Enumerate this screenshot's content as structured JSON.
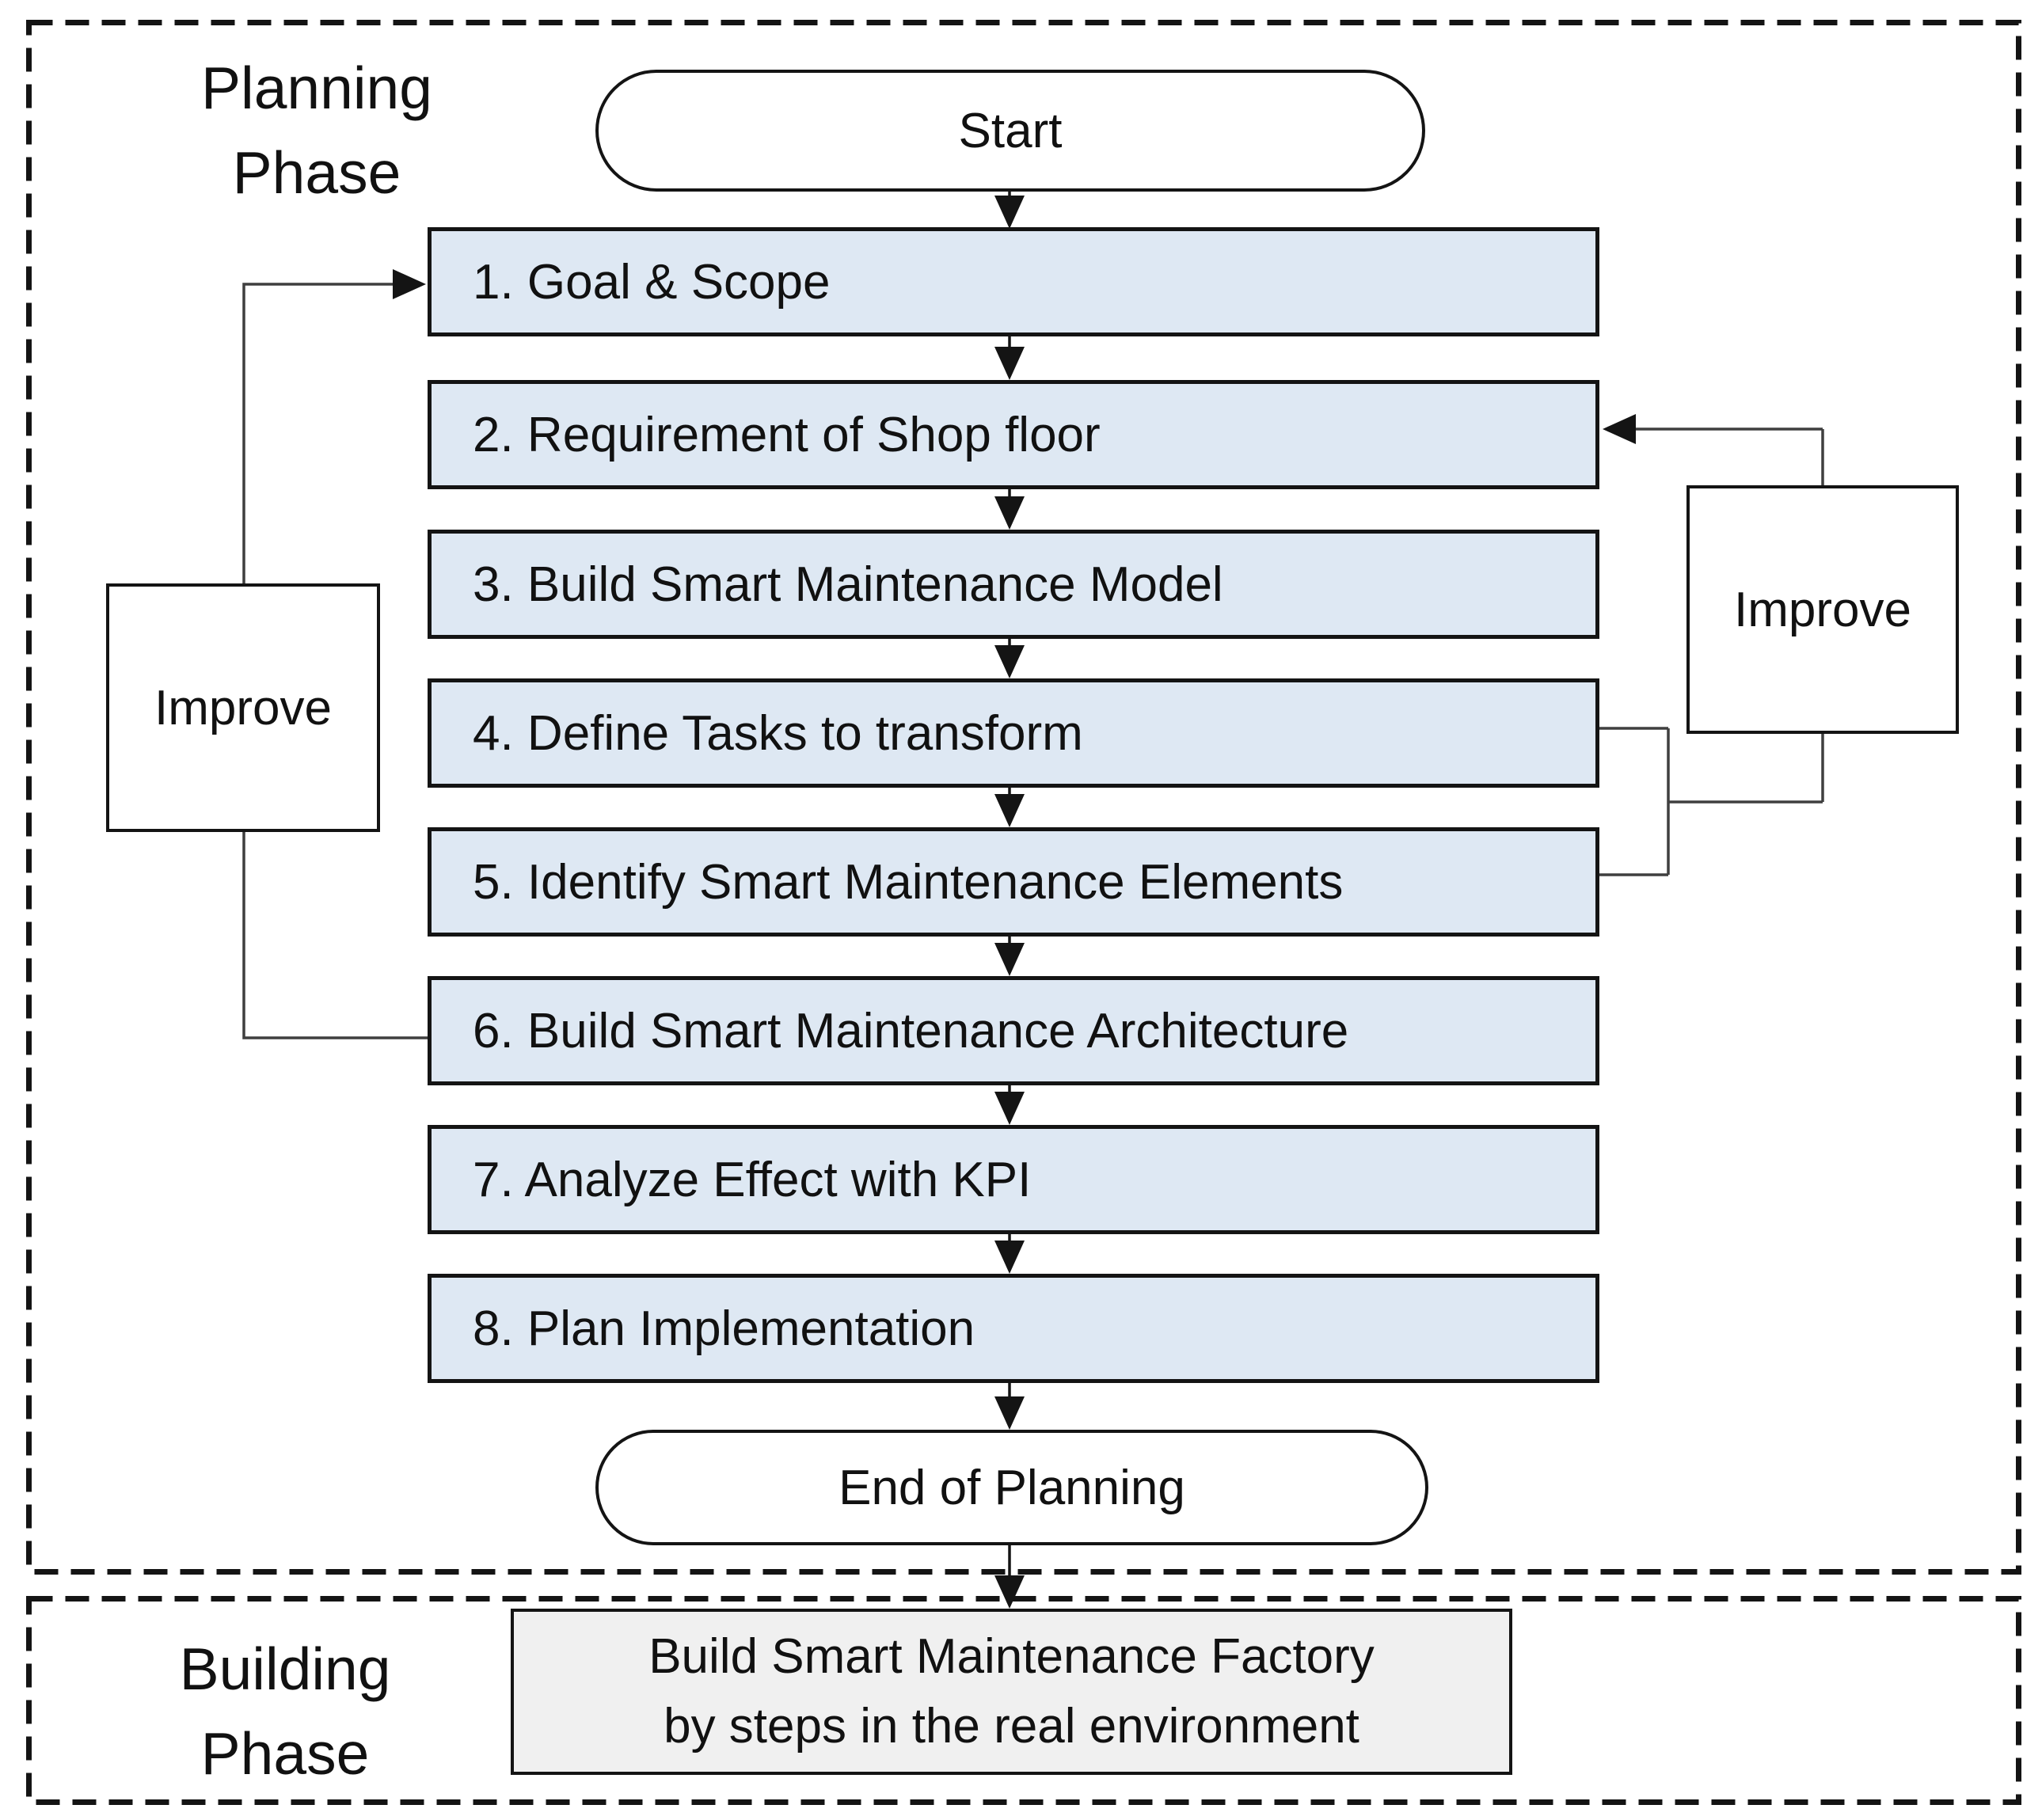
{
  "planning": {
    "label": "Planning\nPhase",
    "start_label": "Start",
    "steps": [
      "1. Goal & Scope",
      "2. Requirement of Shop floor",
      "3. Build Smart Maintenance Model",
      "4. Define Tasks to transform",
      "5. Identify Smart Maintenance Elements",
      "6. Build Smart Maintenance Architecture",
      "7. Analyze Effect with KPI",
      "8. Plan Implementation"
    ],
    "end_label": "End of Planning",
    "improve_left_label": "Improve",
    "improve_right_label": "Improve"
  },
  "building": {
    "label": "Building\nPhase",
    "box_label": "Build Smart Maintenance Factory\nby steps in the real environment"
  },
  "colors": {
    "step_fill": "#dee8f3",
    "building_fill": "#f0f0f0",
    "border": "#141414",
    "loop_line": "#3f3f3f",
    "background": "#ffffff"
  }
}
